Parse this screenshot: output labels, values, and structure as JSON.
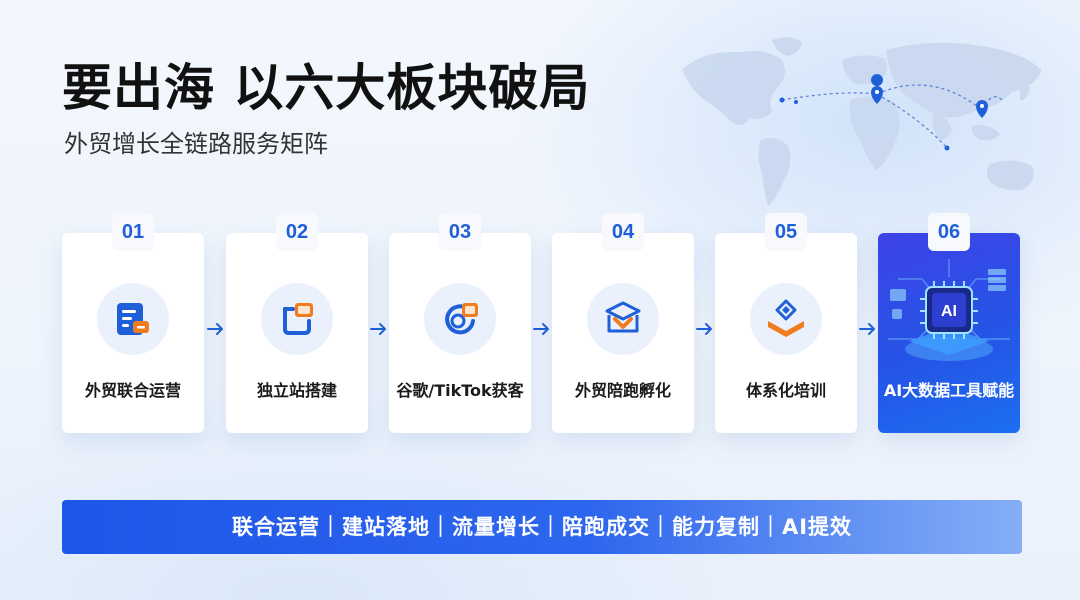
{
  "header": {
    "title": "要出海  以六大板块破局",
    "subtitle": "外贸增长全链路服务矩阵"
  },
  "cards": [
    {
      "num": "01",
      "label": "外贸联合运营",
      "icon": "document-icon"
    },
    {
      "num": "02",
      "label": "独立站搭建",
      "icon": "website-icon"
    },
    {
      "num": "03",
      "label": "谷歌/TikTok获客",
      "icon": "search-chart-icon"
    },
    {
      "num": "04",
      "label": "外贸陪跑孵化",
      "icon": "incubation-icon"
    },
    {
      "num": "05",
      "label": "体系化培训",
      "icon": "training-book-icon"
    },
    {
      "num": "06",
      "label": "AI大数据工具赋能",
      "icon": "ai-chip-icon"
    }
  ],
  "chip_text": "AI",
  "banner": {
    "text": "联合运营｜建站落地｜流量增长｜陪跑成交｜能力复制｜AI提效"
  },
  "colors": {
    "primary_blue": "#1f5fd8",
    "accent_orange": "#f07c1e",
    "banner_start": "#1e56e8",
    "banner_end": "#86aef6"
  }
}
